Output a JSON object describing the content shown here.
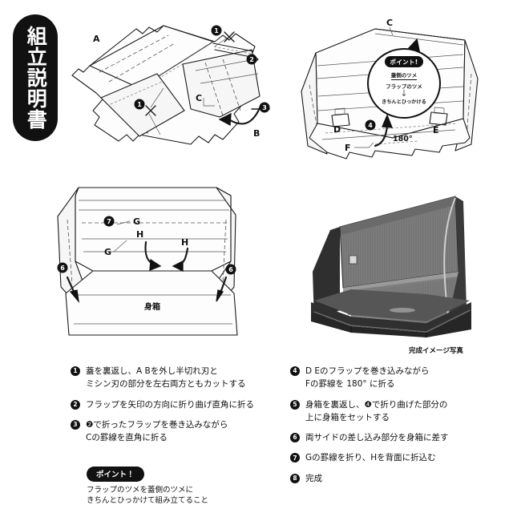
{
  "document": {
    "title": "組立説明書",
    "title_chars": [
      "組",
      "立",
      "説",
      "明",
      "書"
    ]
  },
  "diagrams": {
    "top_left": {
      "name": "lid-unfold-diagram",
      "labels": [
        "A",
        "B",
        "C"
      ],
      "step_markers": [
        "1",
        "1",
        "2",
        "3"
      ],
      "icons": [
        "scissors-icon",
        "scissors-icon",
        "curved-arrow-icon"
      ]
    },
    "top_right": {
      "name": "lid-fold-diagram",
      "labels": [
        "C",
        "D",
        "E",
        "F"
      ],
      "step_markers": [
        "4"
      ],
      "angle_label": "180°",
      "callout": {
        "chip": "ポイント!",
        "line1": "蓋側のツメ",
        "line2": "フラップのツメ",
        "arrow": "↓",
        "line3": "きちんとひっかける"
      }
    },
    "bottom_left": {
      "name": "body-box-assembly-diagram",
      "labels": [
        "G",
        "G",
        "H",
        "H"
      ],
      "center_label": "身箱",
      "step_markers": [
        "6",
        "6",
        "7"
      ]
    },
    "photo": {
      "name": "finished-product-photo",
      "caption": "完成イメージ写真"
    }
  },
  "instructions": {
    "left_column": [
      {
        "num": "1",
        "lines": [
          "蓋を裏返し、A Bを外し半切れ刃と",
          "ミシン刃の部分を左右両方ともカットする"
        ]
      },
      {
        "num": "2",
        "lines": [
          "フラップを矢印の方向に折り曲げ直角に折る"
        ]
      },
      {
        "num": "3",
        "lines": [
          "❷で折ったフラップを巻き込みながら",
          "Cの罫線を直角に折る"
        ]
      }
    ],
    "right_column": [
      {
        "num": "4",
        "lines": [
          "D Eのフラップを巻き込みながら",
          "Fの罫線を 180° に折る"
        ]
      },
      {
        "num": "5",
        "lines": [
          "身箱を裏返し、❹で折り曲げた部分の",
          "上に身箱をセットする"
        ]
      },
      {
        "num": "6",
        "lines": [
          "両サイドの差し込み部分を身箱に差す"
        ]
      },
      {
        "num": "7",
        "lines": [
          "Gの罫線を折り、Hを背面に折込む"
        ]
      },
      {
        "num": "8",
        "lines": [
          "完成"
        ]
      }
    ],
    "point_box": {
      "chip": "ポイント！",
      "lines": [
        "フラップのツメを蓋側のツメに",
        "きちんとひっかけて組み立てること"
      ]
    }
  },
  "colors": {
    "ink": "#111111",
    "paper": "#ffffff",
    "line": "#1a1a1a"
  }
}
